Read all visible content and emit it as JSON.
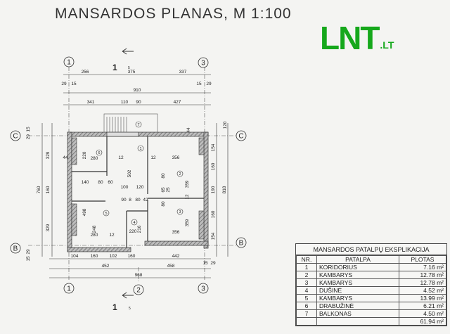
{
  "title": "MANSARDOS PLANAS, M 1:100",
  "logo": {
    "main": "LNT",
    "suffix": ".LT"
  },
  "grid": {
    "col1": "1",
    "col2": "2",
    "col3": "3",
    "rowC": "C",
    "rowB": "B"
  },
  "section": {
    "label": "1",
    "sub": "5"
  },
  "dims": {
    "top": [
      "256",
      "375",
      "337",
      "29",
      "15",
      "910",
      "15",
      "29",
      "341",
      "110",
      "90",
      "427"
    ],
    "bottom": [
      "104",
      "160",
      "102",
      "160",
      "442",
      "15",
      "29",
      "452",
      "458",
      "968"
    ],
    "left": [
      "15",
      "29",
      "329",
      "760",
      "160",
      "329",
      "29",
      "15"
    ],
    "right": [
      "44",
      "120",
      "154",
      "160",
      "190",
      "818",
      "160",
      "154"
    ],
    "interior": [
      "220",
      "280",
      "140",
      "80",
      "60",
      "100",
      "120",
      "90",
      "8",
      "80",
      "42",
      "498",
      "248",
      "280",
      "12",
      "220",
      "216",
      "502",
      "356",
      "359",
      "356",
      "359",
      "12",
      "80",
      "65",
      "25",
      "80",
      "12",
      "44",
      "12"
    ]
  },
  "rooms": [
    "1",
    "2",
    "3",
    "4",
    "5",
    "6",
    "7"
  ],
  "table": {
    "caption": "MANSARDOS PATALPŲ EKSPLIKACIJA",
    "headers": [
      "NR.",
      "PATALPA",
      "PLOTAS"
    ],
    "rows": [
      {
        "nr": "1",
        "name": "KORIDORIUS",
        "area": "7.16 m²"
      },
      {
        "nr": "2",
        "name": "KAMBARYS",
        "area": "12.78 m²"
      },
      {
        "nr": "3",
        "name": "KAMBARYS",
        "area": "12.78 m²"
      },
      {
        "nr": "4",
        "name": "DUŠINĖ",
        "area": "4.52 m²"
      },
      {
        "nr": "5",
        "name": "KAMBARYS",
        "area": "13.99 m²"
      },
      {
        "nr": "6",
        "name": "DRABUŽINĖ",
        "area": "6.21 m²"
      },
      {
        "nr": "7",
        "name": "BALKONAS",
        "area": "4.50 m²"
      }
    ],
    "total": "61.94 m²"
  },
  "colors": {
    "logo": "#16a81c",
    "line": "#333333",
    "wall": "#8a8a8a"
  }
}
